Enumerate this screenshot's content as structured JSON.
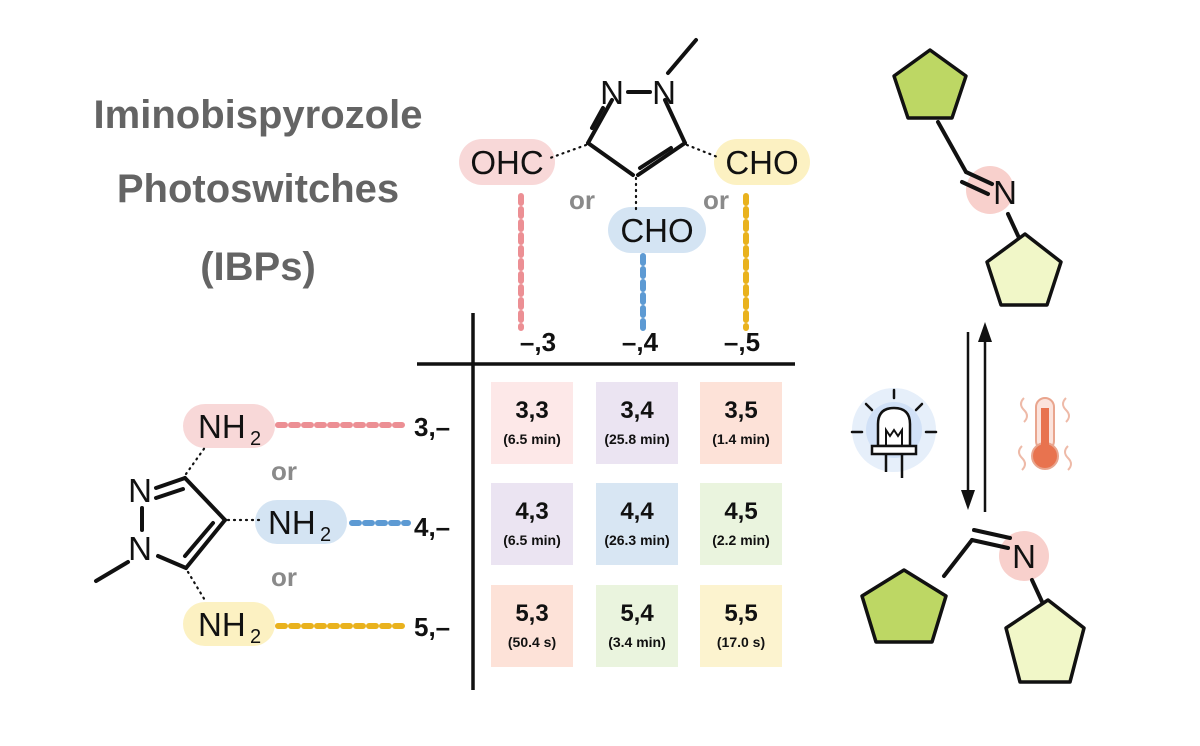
{
  "title_lines": [
    "Iminobispyrozole",
    "Photoswitches",
    "(IBPs)"
  ],
  "aldehyde": {
    "atom_n1": "N",
    "atom_n2": "N",
    "group_left": "OHC",
    "group_middle": "CHO",
    "group_right": "CHO",
    "or_left": "or",
    "or_right": "or"
  },
  "amine": {
    "atom_n1": "N",
    "atom_n2": "N",
    "nh_text": "NH",
    "nh_subscript": "2",
    "or_top": "or",
    "or_bottom": "or"
  },
  "columns": [
    "–,3",
    "–,4",
    "–,5"
  ],
  "rows": [
    "3,–",
    "4,–",
    "5,–"
  ],
  "cells": [
    [
      {
        "label": "3,3",
        "half_life": "(6.5 min)"
      },
      {
        "label": "3,4",
        "half_life": "(25.8 min)"
      },
      {
        "label": "3,5",
        "half_life": "(1.4 min)"
      }
    ],
    [
      {
        "label": "4,3",
        "half_life": "(6.5 min)"
      },
      {
        "label": "4,4",
        "half_life": "(26.3 min)"
      },
      {
        "label": "4,5",
        "half_life": "(2.2 min)"
      }
    ],
    [
      {
        "label": "5,3",
        "half_life": "(50.4 s)"
      },
      {
        "label": "5,4",
        "half_life": "(3.4 min)"
      },
      {
        "label": "5,5",
        "half_life": "(17.0 s)"
      }
    ]
  ],
  "colors": {
    "pink": "#f8d8d8",
    "blue": "#d4e4f3",
    "yellow": "#fcf1c2",
    "pink_line": "#ec8f94",
    "blue_line": "#5d9ad3",
    "yellow_line": "#e9b21e",
    "ring_dark": "#bdd764",
    "ring_light": "#f1f7c8",
    "cell_colors": [
      [
        "#fde8e8",
        "#ebe4f2",
        "#fde2d8"
      ],
      [
        "#ebe4f2",
        "#d8e6f3",
        "#eaf4de"
      ],
      [
        "#fde2d8",
        "#eaf4de",
        "#fcf3cf"
      ]
    ]
  },
  "switch": {
    "imine_n_top": "N",
    "imine_n_bottom": "N",
    "light_icon": "led-light-icon",
    "heat_icon": "thermometer-heat-icon"
  }
}
